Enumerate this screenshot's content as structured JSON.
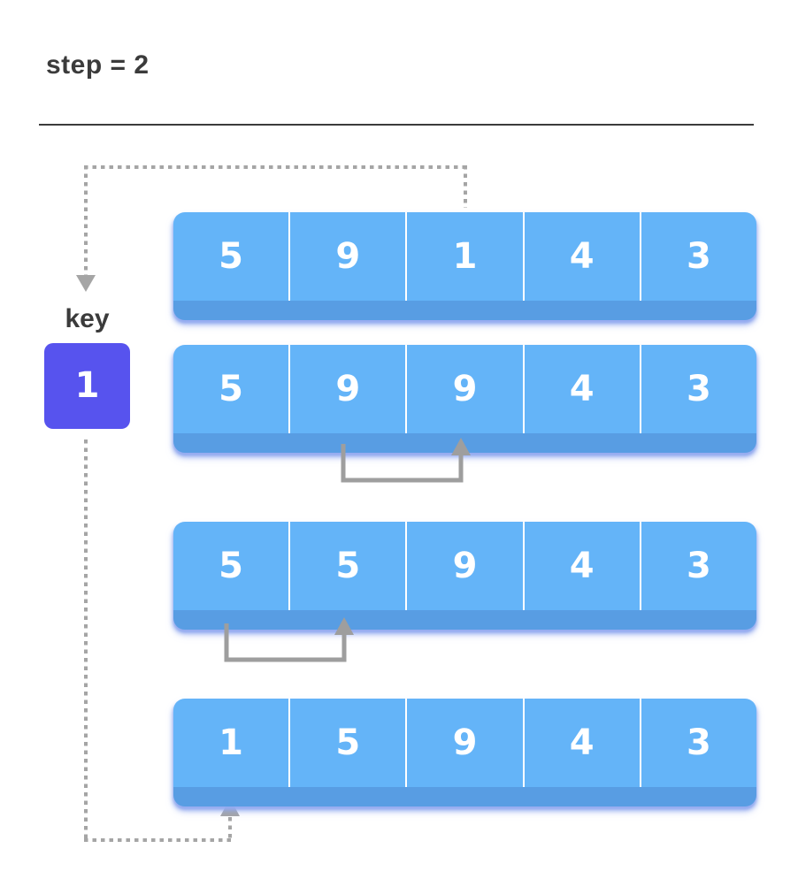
{
  "header": {
    "step_label": "step = 2"
  },
  "key": {
    "label": "key",
    "value": "1"
  },
  "arrays": [
    {
      "values": [
        "5",
        "9",
        "1",
        "4",
        "3"
      ]
    },
    {
      "values": [
        "5",
        "9",
        "9",
        "4",
        "3"
      ]
    },
    {
      "values": [
        "5",
        "5",
        "9",
        "4",
        "3"
      ]
    },
    {
      "values": [
        "1",
        "5",
        "9",
        "4",
        "3"
      ]
    }
  ],
  "icons": {
    "top_path_arrow": "arrow-down",
    "bottom_path_arrow": "arrow-up",
    "swap_arrow": "u-turn-up-arrow"
  },
  "colors": {
    "array_fill": "#64b4f8",
    "array_band": "rgba(35,55,135,0.18)",
    "array_divider": "#ffffff",
    "key_fill": "#5753ee",
    "text_dark": "#3b3b3b",
    "number_text": "#ffffff",
    "arrow_gray": "#9e9e9e",
    "dotted_gray": "#a5a5a5"
  }
}
